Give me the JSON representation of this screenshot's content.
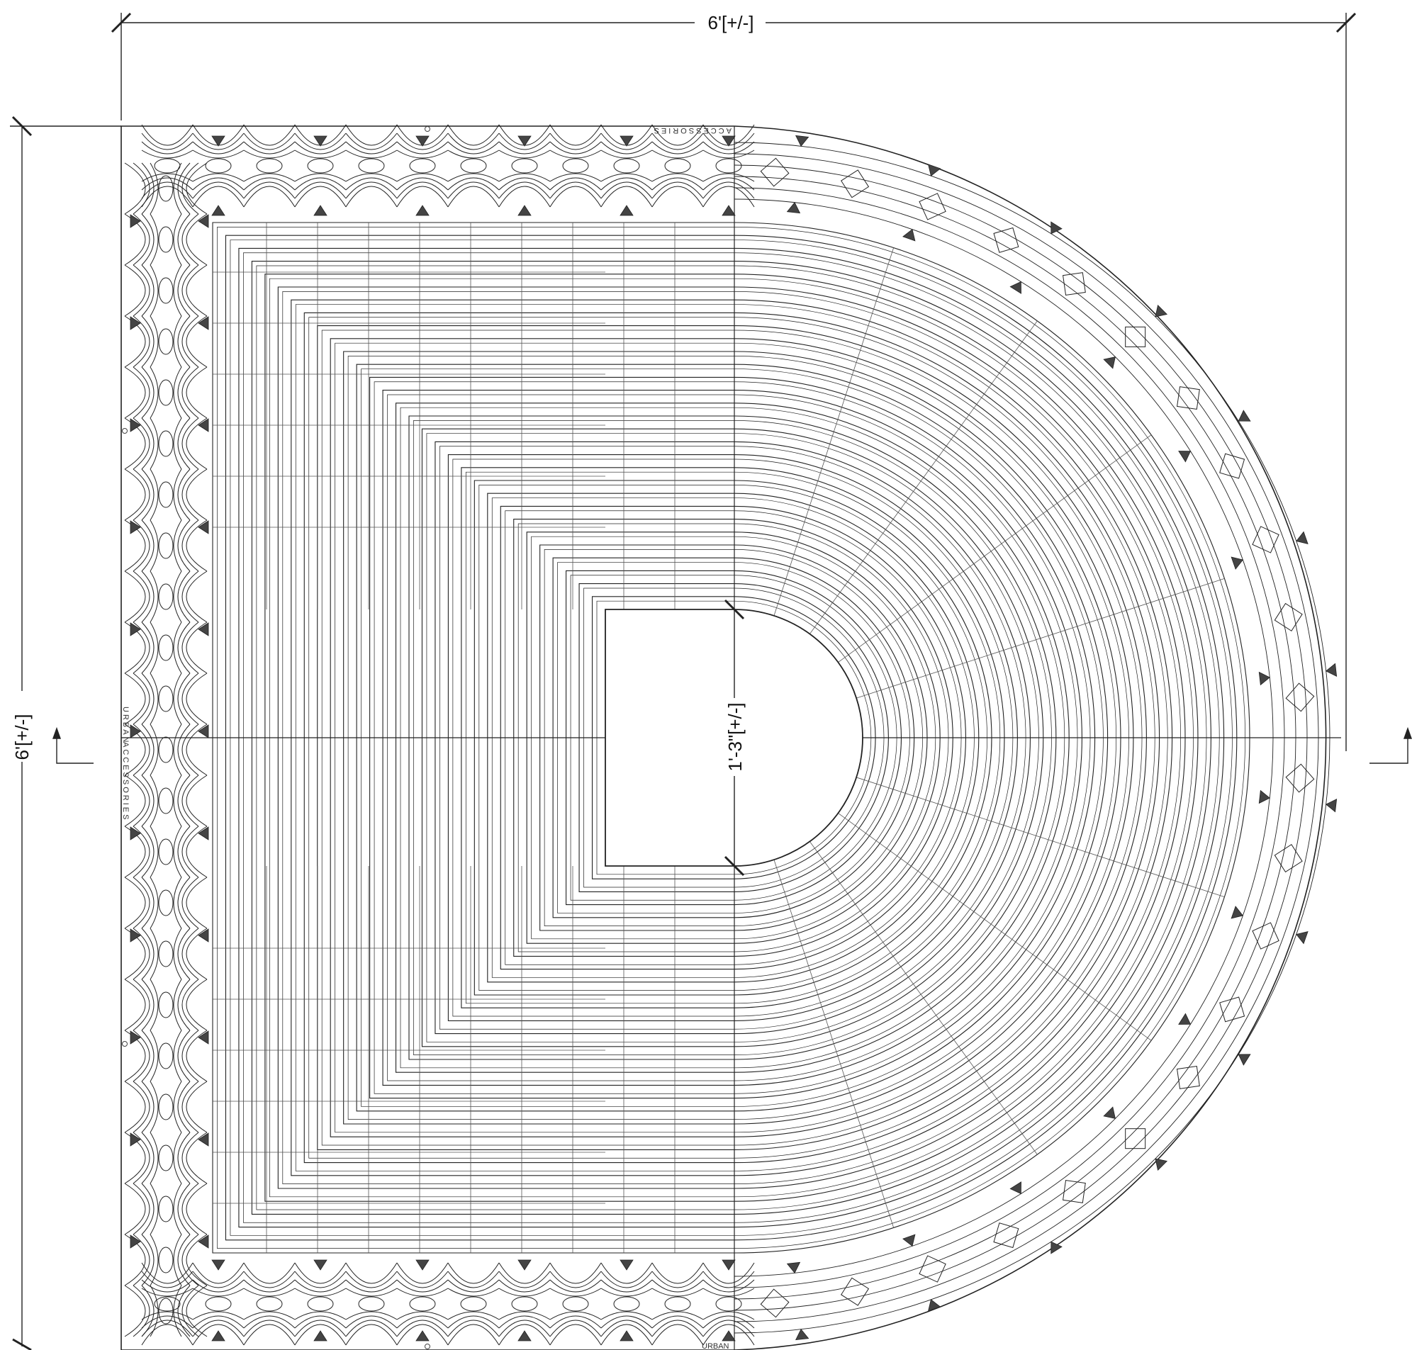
{
  "dimensions": {
    "width_label": "6'[+/-]",
    "height_label": "6'[+/-]",
    "opening_label": "1'-3\"[+/-]"
  },
  "markings": {
    "top_edge": "ACCESSORIES",
    "left_edge_1": "URBAN",
    "left_edge_2": "ACCESSORIES",
    "bottom_edge": "URBAN"
  },
  "colors": {
    "line": "#222222",
    "background": "#ffffff"
  }
}
